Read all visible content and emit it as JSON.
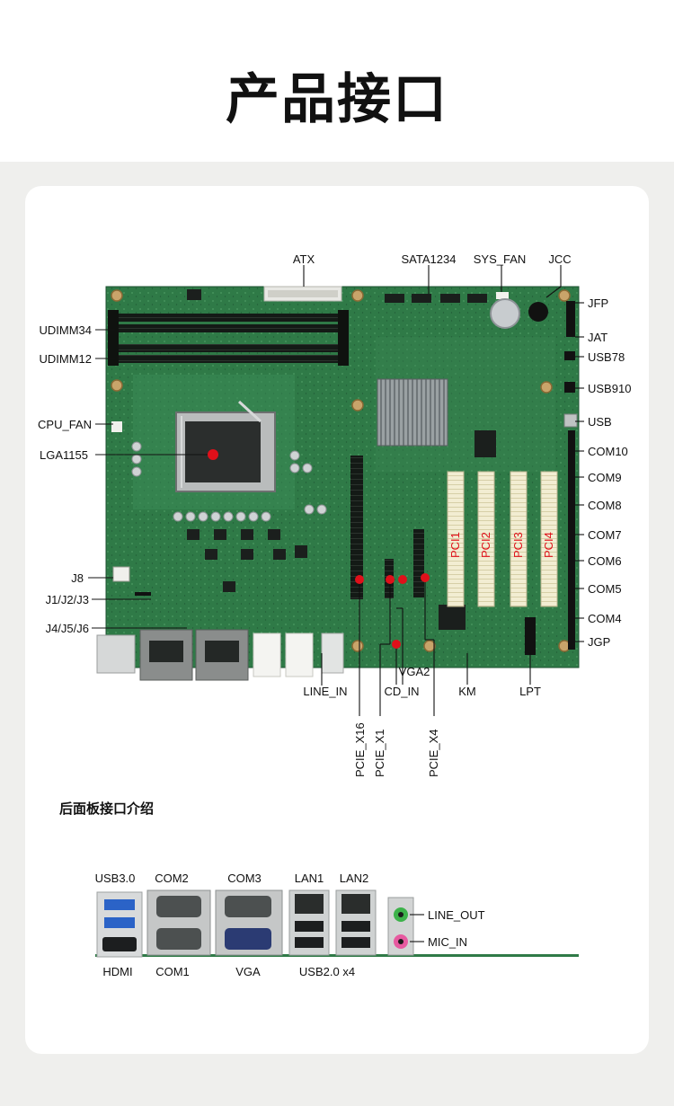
{
  "title": "产品接口",
  "colors": {
    "board": "#2f7a47",
    "marker": "#e0101a",
    "pcb_dark": "#1f5a34"
  },
  "board_labels": {
    "atx": "ATX",
    "sata": "SATA1234",
    "sys_fan": "SYS_FAN",
    "jcc": "JCC",
    "jfp": "JFP",
    "jat": "JAT",
    "usb78": "USB78",
    "usb910": "USB910",
    "usb": "USB",
    "com10": "COM10",
    "com9": "COM9",
    "com8": "COM8",
    "com7": "COM7",
    "com6": "COM6",
    "com5": "COM5",
    "com4": "COM4",
    "jgp": "JGP",
    "udimm34": "UDIMM34",
    "udimm12": "UDIMM12",
    "cpu_fan": "CPU_FAN",
    "lga": "LGA1155",
    "j8": "J8",
    "j123": "J1/J2/J3",
    "j456": "J4/J5/J6",
    "line_in": "LINE_IN",
    "cd_in": "CD_IN",
    "vga2": "VGA2",
    "km": "KM",
    "lpt": "LPT",
    "pcie_x16": "PCIE_X16",
    "pcie_x1": "PCIE_X1",
    "pcie_x4": "PCIE_X4",
    "pci1": "PCI1",
    "pci2": "PCI2",
    "pci3": "PCI3",
    "pci4": "PCI4"
  },
  "rear_panel": {
    "heading": "后面板接口介绍",
    "usb30": "USB3.0",
    "com2": "COM2",
    "com3": "COM3",
    "lan1": "LAN1",
    "lan2": "LAN2",
    "line_out": "LINE_OUT",
    "mic_in": "MIC_IN",
    "hdmi": "HDMI",
    "com1": "COM1",
    "vga": "VGA",
    "usb20": "USB2.0 x4"
  },
  "icons": [
    "capacitor-icon",
    "heatsink-icon",
    "coin-battery-icon",
    "ram-slot-icon",
    "audio-jack-icon"
  ]
}
